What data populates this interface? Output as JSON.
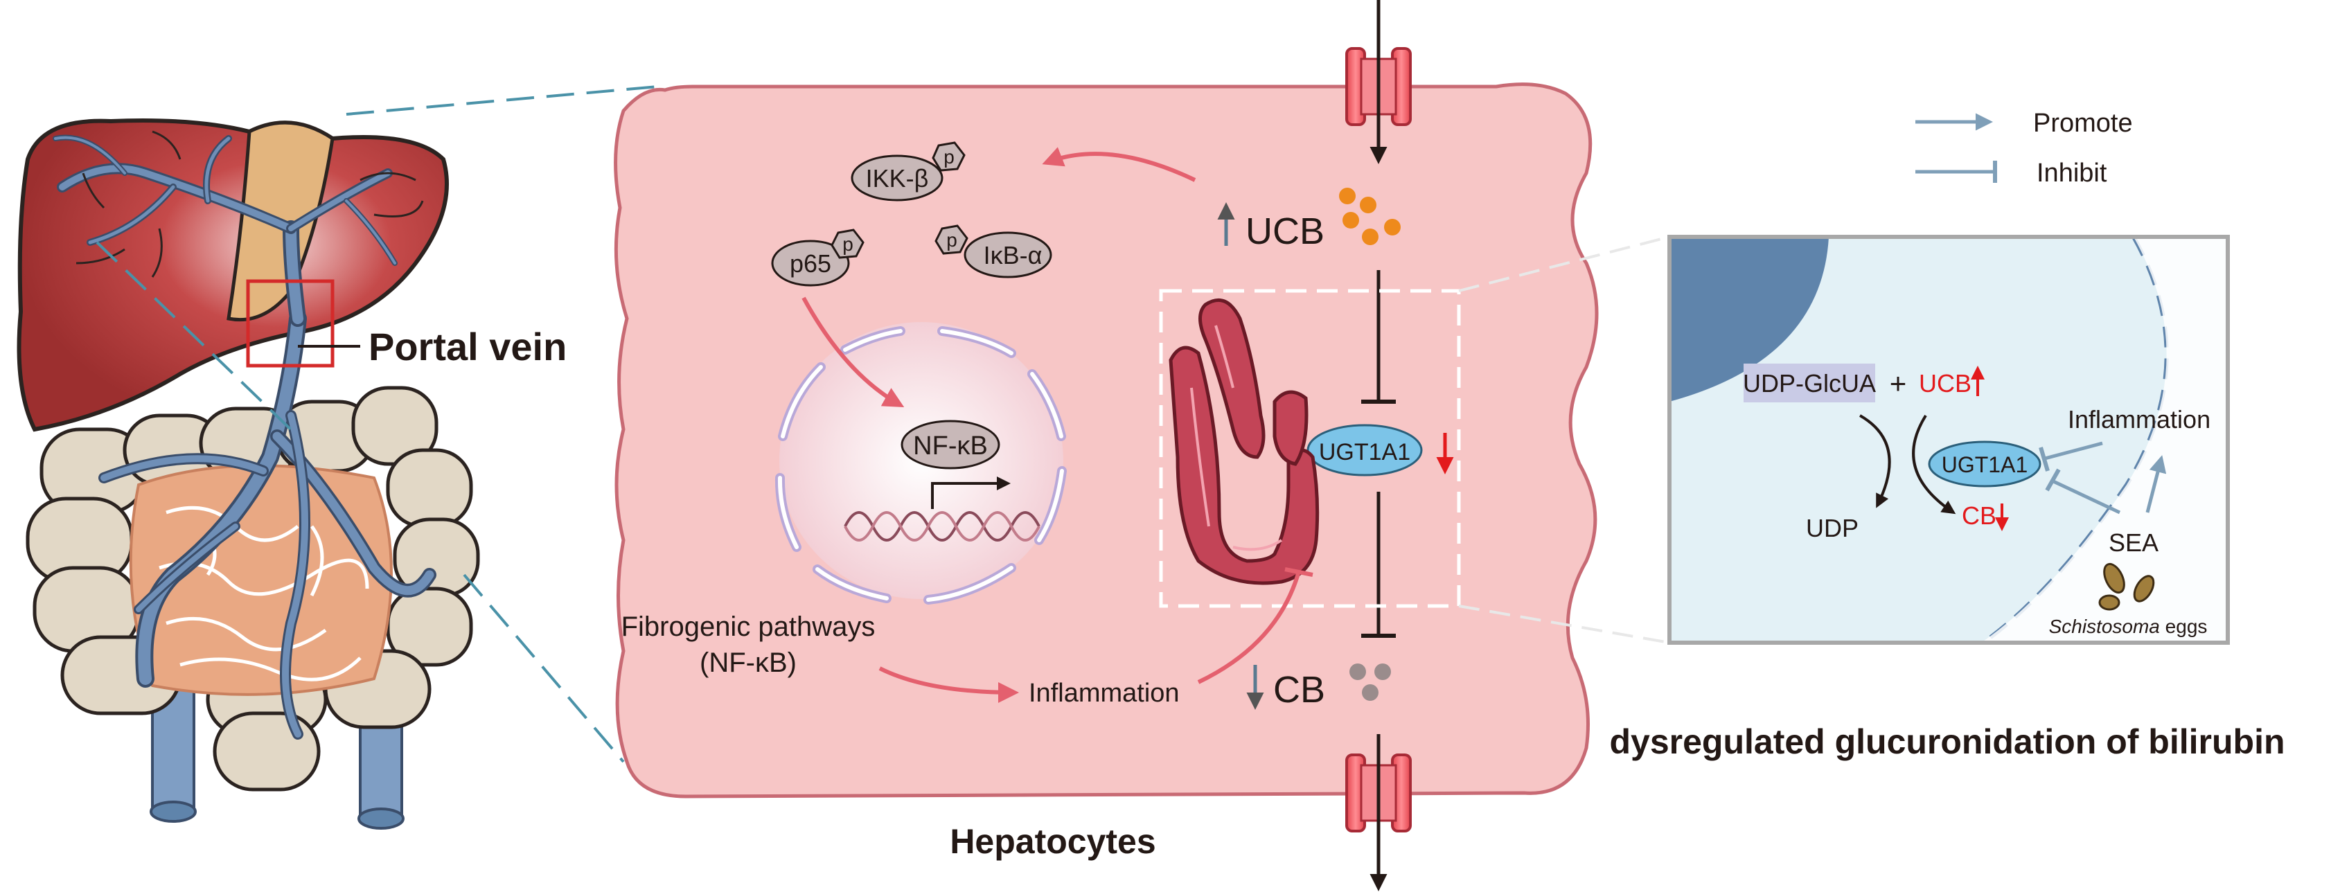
{
  "labels": {
    "portal_vein": "Portal vein",
    "hepatocytes": "Hepatocytes",
    "dysregulated": "dysregulated glucuronidation of bilirubin"
  },
  "legend": {
    "promote": "Promote",
    "inhibit": "Inhibit"
  },
  "cell": {
    "ikk": "IKK-β",
    "p65": "p65",
    "ikba": "IκB-α",
    "phospho": "p",
    "nfkb": "NF-κB",
    "ucb": "UCB",
    "cb": "CB",
    "ugt1a1": "UGT1A1",
    "fibrogenic_line1": "Fibrogenic pathways",
    "fibrogenic_line2": "(NF-κB)",
    "inflammation": "Inflammation"
  },
  "inset": {
    "udp_glcua": "UDP-GlcUA",
    "plus": "+",
    "ucb": "UCB",
    "ugt1a1": "UGT1A1",
    "udp": "UDP",
    "cb": "CB",
    "inflammation": "Inflammation",
    "sea": "SEA",
    "eggs_italic": "Schistosoma",
    "eggs_rest": " eggs"
  },
  "colors": {
    "cell_fill": "#f7c6c6",
    "cell_stroke": "#c86a74",
    "mito": "#c34457",
    "ucb_dots": "#ee8a1c",
    "cb_dots": "#9a8c8c",
    "up_down_red": "#e31a1c",
    "ugt_fill": "#7cc4e8",
    "vein_blue": "#5f84ab",
    "liver_red": "#b83a3a",
    "inset_bg": "#e3f1f6"
  }
}
